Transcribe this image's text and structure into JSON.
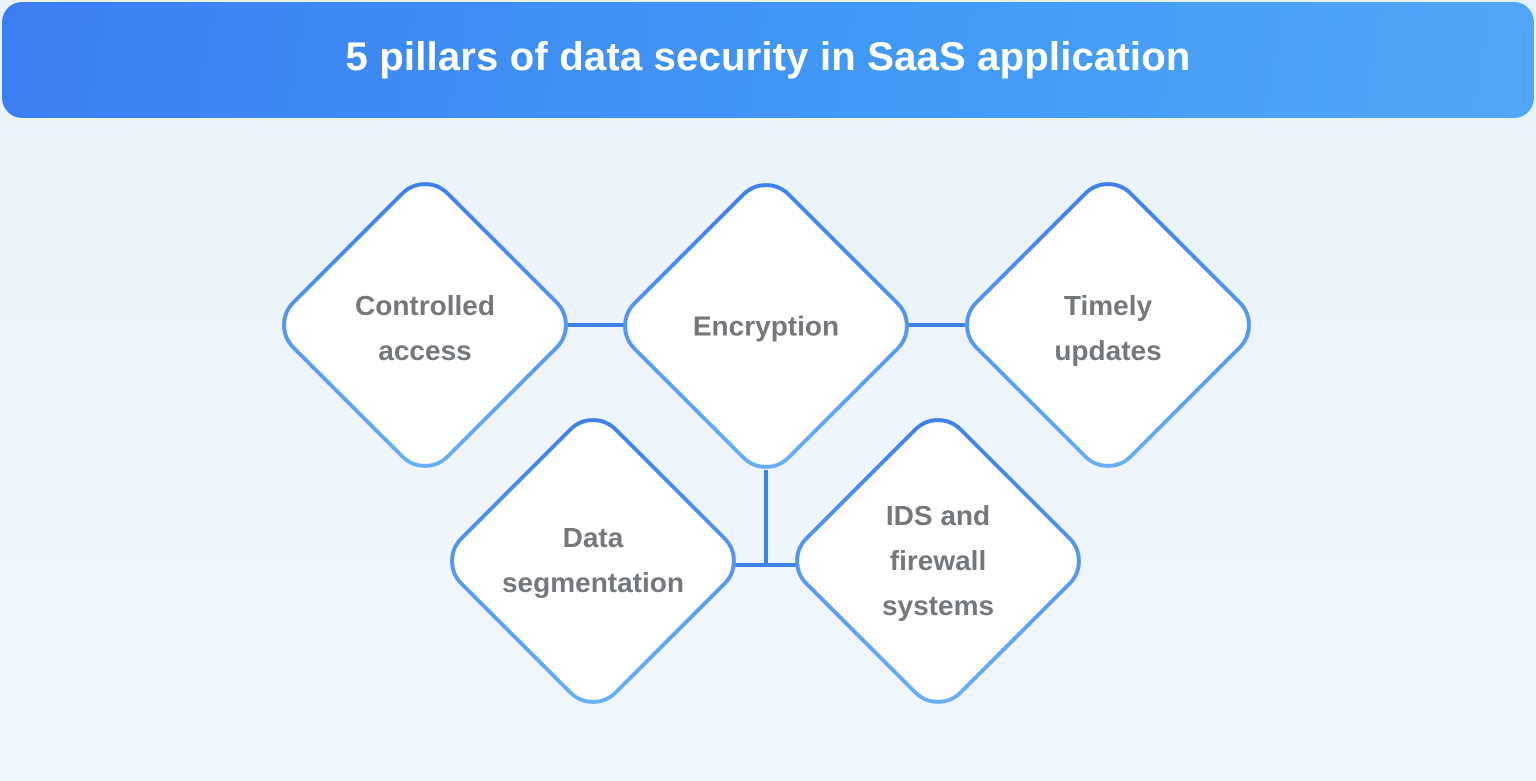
{
  "header": {
    "title": "5 pillars of data security in SaaS application"
  },
  "diagram": {
    "nodes": [
      {
        "id": "controlled-access",
        "label": "Controlled\naccess"
      },
      {
        "id": "encryption",
        "label": "Encryption"
      },
      {
        "id": "timely-updates",
        "label": "Timely\nupdates"
      },
      {
        "id": "data-segmentation",
        "label": "Data\nsegmentation"
      },
      {
        "id": "ids-firewall-systems",
        "label": "IDS and\nfirewall\nsystems"
      }
    ],
    "connections": [
      {
        "from": "controlled-access",
        "to": "encryption"
      },
      {
        "from": "encryption",
        "to": "timely-updates"
      },
      {
        "from": "encryption",
        "to": "data-segmentation-ids-link"
      },
      {
        "from": "data-segmentation",
        "to": "ids-firewall-systems"
      }
    ]
  },
  "colors": {
    "header_gradient_start": "#3b7ef2",
    "header_gradient_end": "#52a6f8",
    "background_top": "#e9f2fa",
    "background_bottom": "#f0f7fe",
    "node_border_top": "#3e7de9",
    "node_border_bottom": "#6ab1f4",
    "node_fill": "#ffffff",
    "connector": "#3c83eb",
    "label_text": "#74777b",
    "title_text": "#ffffff"
  }
}
